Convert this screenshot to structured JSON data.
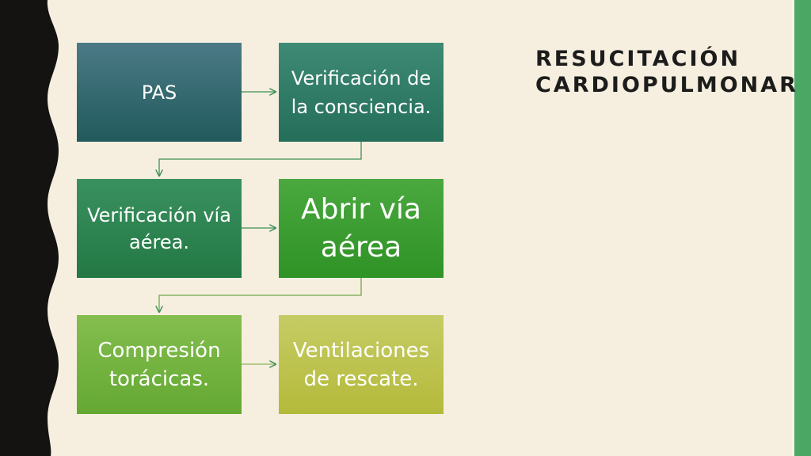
{
  "title": {
    "line1": "Resucitación",
    "line2": "Cardiopulmonar"
  },
  "steps": [
    {
      "label": "PAS",
      "color_top": "#4b7a86",
      "color_bottom": "#215a5c"
    },
    {
      "label": "Verificación de la consciencia.",
      "color_top": "#3e8a74",
      "color_bottom": "#246e5a"
    },
    {
      "label": "Verificación vía aérea.",
      "color_top": "#3a9160",
      "color_bottom": "#237843"
    },
    {
      "label": "Abrir vía aérea",
      "color_top": "#4aa83e",
      "color_bottom": "#2f9326"
    },
    {
      "label": "Compresión torácicas.",
      "color_top": "#84be4f",
      "color_bottom": "#64a832"
    },
    {
      "label": "Ventilaciones de rescate.",
      "color_top": "#c6cc64",
      "color_bottom": "#b4ba3a"
    }
  ],
  "colors": {
    "background": "#f6efdf",
    "left_band": "#141312",
    "right_band": "#4aa764",
    "connector": "#3e8f55"
  }
}
